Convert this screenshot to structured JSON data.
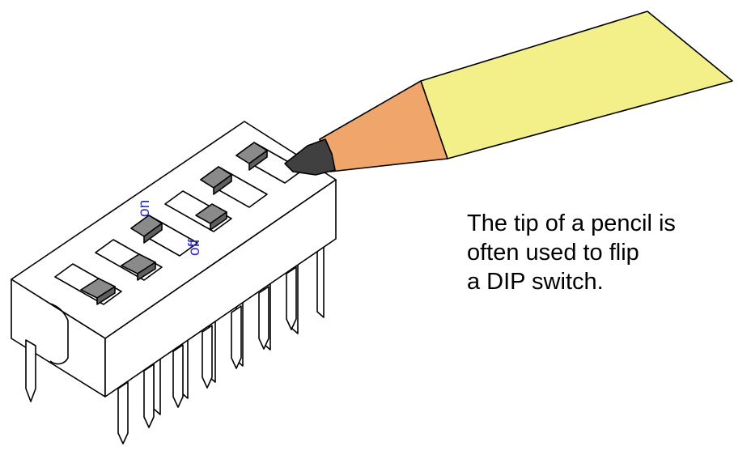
{
  "caption": {
    "lines": [
      "The tip of a pencil is",
      "often used to flip",
      "a DIP switch."
    ]
  },
  "switch_labels": {
    "on": "on",
    "off": "off"
  },
  "colors": {
    "background": "#ffffff",
    "outline": "#000000",
    "switch_slot": "#ffffff",
    "switch_toggle": "#8a8a8a",
    "label_blue": "#2c2cd0",
    "pencil_tip": "#404040",
    "pencil_wood": "#f0a66a",
    "pencil_body": "#f3f08a"
  },
  "switch_count": 6,
  "pin_count_per_side": 8
}
